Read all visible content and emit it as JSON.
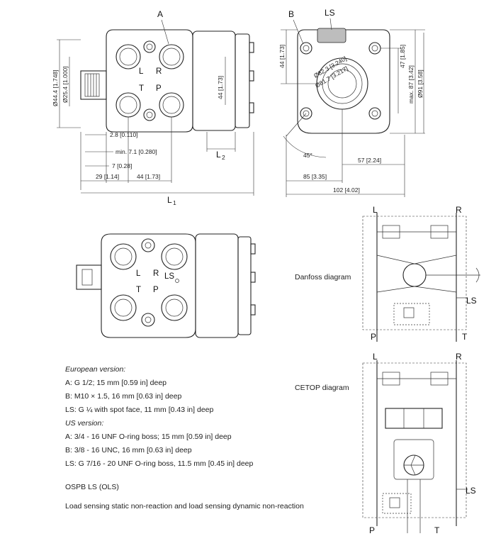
{
  "top_left_view": {
    "label_A": "A",
    "ports": [
      "L",
      "R",
      "T",
      "P"
    ],
    "dims": {
      "d1": "Ø44.4 [1.748]",
      "d2": "Ø25.4 [1.000]",
      "h44": "44 [1.73]",
      "a": "2.8 [0.110]",
      "b": "min. 7.1 [0.280]",
      "c": "7 [0.28]",
      "e": "29 [1.14]",
      "f": "44 [1.73]",
      "L1": "L",
      "L1_sub": "1",
      "L2": "L",
      "L2_sub": "2"
    }
  },
  "top_right_view": {
    "label_B": "B",
    "label_LS": "LS",
    "dims": {
      "v44": "44 [1.73]",
      "v47": "47 [1.85]",
      "vmax": "max. 87 [3.42]",
      "v91": "Ø91 [3.58]",
      "r1": "Ø82.3 [3.240]",
      "r2": "Ø81.7 [3.217]",
      "angle": "45°",
      "h57": "57 [2.24]",
      "h85": "85 [3.35]",
      "h102": "102 [4.02]"
    }
  },
  "mid_view": {
    "ports": [
      "L",
      "R",
      "LS",
      "T",
      "P"
    ]
  },
  "diagrams": {
    "danfoss_label": "Danfoss diagram",
    "cetop_label": "CETOP diagram",
    "danfoss_ports": [
      "L",
      "R",
      "LS",
      "P",
      "T"
    ],
    "cetop_ports": [
      "L",
      "R",
      "LS",
      "P",
      "T"
    ]
  },
  "notes": {
    "eu_heading": "European version:",
    "eu_A": "A: G 1/2; 15 mm [0.59 in] deep",
    "eu_B": "B: M10 × 1.5, 16 mm [0.63 in] deep",
    "eu_LS": "LS: G ¼ with spot face, 11 mm [0.43 in] deep",
    "us_heading": "US version:",
    "us_A": "A: 3/4 - 16 UNF O-ring boss; 15 mm [0.59 in] deep",
    "us_B": "B: 3/8 - 16 UNC, 16 mm [0.63 in] deep",
    "us_LS": "LS: G 7/16 - 20 UNF O-ring boss, 11.5 mm [0.45 in] deep",
    "model": "OSPB LS (OLS)",
    "description": "Load sensing static non-reaction and load sensing dynamic non-reaction"
  }
}
